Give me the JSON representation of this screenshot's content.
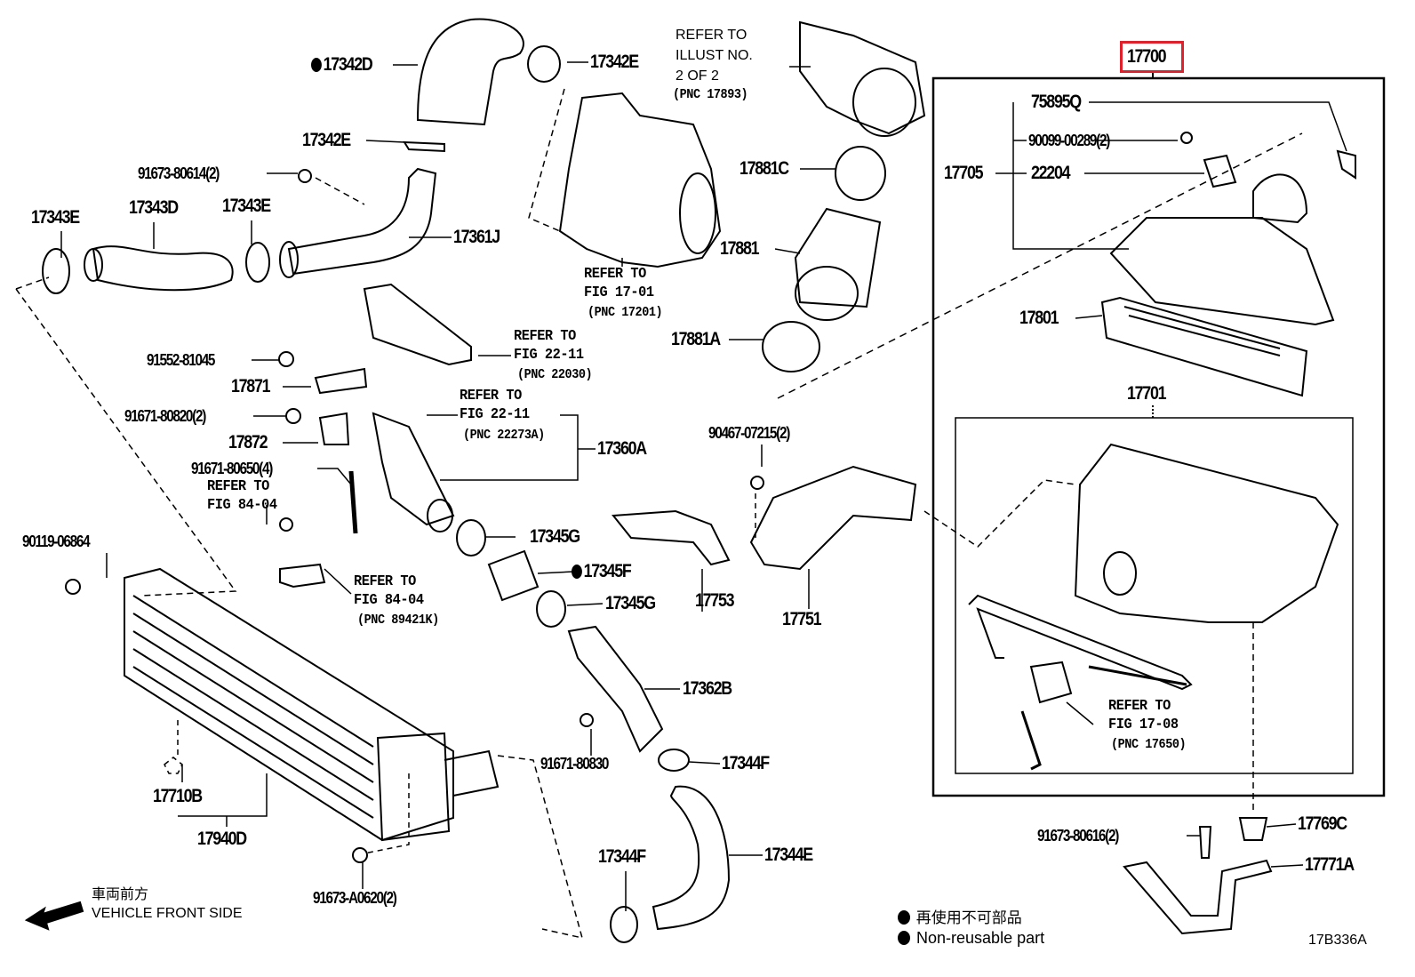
{
  "colors": {
    "line": "#000000",
    "highlight_box": "#e0202a",
    "background": "#ffffff"
  },
  "callouts": {
    "p17342D": "17342D",
    "p17342E_top": "17342E",
    "p17342E_mid": "17342E",
    "p91673_80614": "91673-80614(2)",
    "p17343E_left": "17343E",
    "p17343D": "17343D",
    "p17343E": "17343E",
    "p17361J": "17361J",
    "p17700": "17700",
    "p75895Q": "75895Q",
    "p90099_00289": "90099-00289(2)",
    "p17705": "17705",
    "p22204": "22204",
    "p17881C": "17881C",
    "p17881": "17881",
    "p17881A": "17881A",
    "p17801": "17801",
    "p17701": "17701",
    "p91552_81045": "91552-81045",
    "p17871": "17871",
    "p17360A": "17360A",
    "p91671_80820": "91671-80820(2)",
    "p17872": "17872",
    "p91671_80650": "91671-80650(4)",
    "p90467_07215": "90467-07215(2)",
    "p90119_06864": "90119-06864",
    "p17345G_a": "17345G",
    "p17345F": "17345F",
    "p17345G_b": "17345G",
    "p17753": "17753",
    "p17751": "17751",
    "p17362B": "17362B",
    "p91671_80830": "91671-80830",
    "p17344F_a": "17344F",
    "p17710B": "17710B",
    "p17940D": "17940D",
    "p17344F_b": "17344F",
    "p17344E": "17344E",
    "p91673_A0620": "91673-A0620(2)",
    "p91673_80616": "91673-80616(2)",
    "p17769C": "17769C",
    "p17771A": "17771A"
  },
  "refer_notes": {
    "illust": {
      "l1": "REFER TO",
      "l2": "ILLUST NO.",
      "l3": "2 OF 2",
      "l4": "(PNC 17893)"
    },
    "fig17_01": {
      "l1": "REFER TO",
      "l2": "FIG 17-01",
      "l3": "(PNC 17201)"
    },
    "fig22_11a": {
      "l1": "REFER TO",
      "l2": "FIG 22-11",
      "l3": "(PNC 22030)"
    },
    "fig22_11b": {
      "l1": "REFER TO",
      "l2": "FIG 22-11",
      "l3": "(PNC 22273A)"
    },
    "fig84_04a": {
      "l1": "REFER TO",
      "l2": "FIG 84-04"
    },
    "fig84_04b": {
      "l1": "REFER TO",
      "l2": "FIG 84-04",
      "l3": "(PNC 89421K)"
    },
    "fig17_08": {
      "l1": "REFER TO",
      "l2": "FIG 17-08",
      "l3": "(PNC 17650)"
    }
  },
  "direction": {
    "jp": "車両前方",
    "en": "VEHICLE FRONT SIDE",
    "icon": "arrow-left-icon"
  },
  "legend": {
    "jp": "再使用不可部品",
    "en": "Non-reusable part",
    "marker": "filled-circle"
  },
  "illustration_id": "17B336A",
  "highlighted_part": "17700"
}
